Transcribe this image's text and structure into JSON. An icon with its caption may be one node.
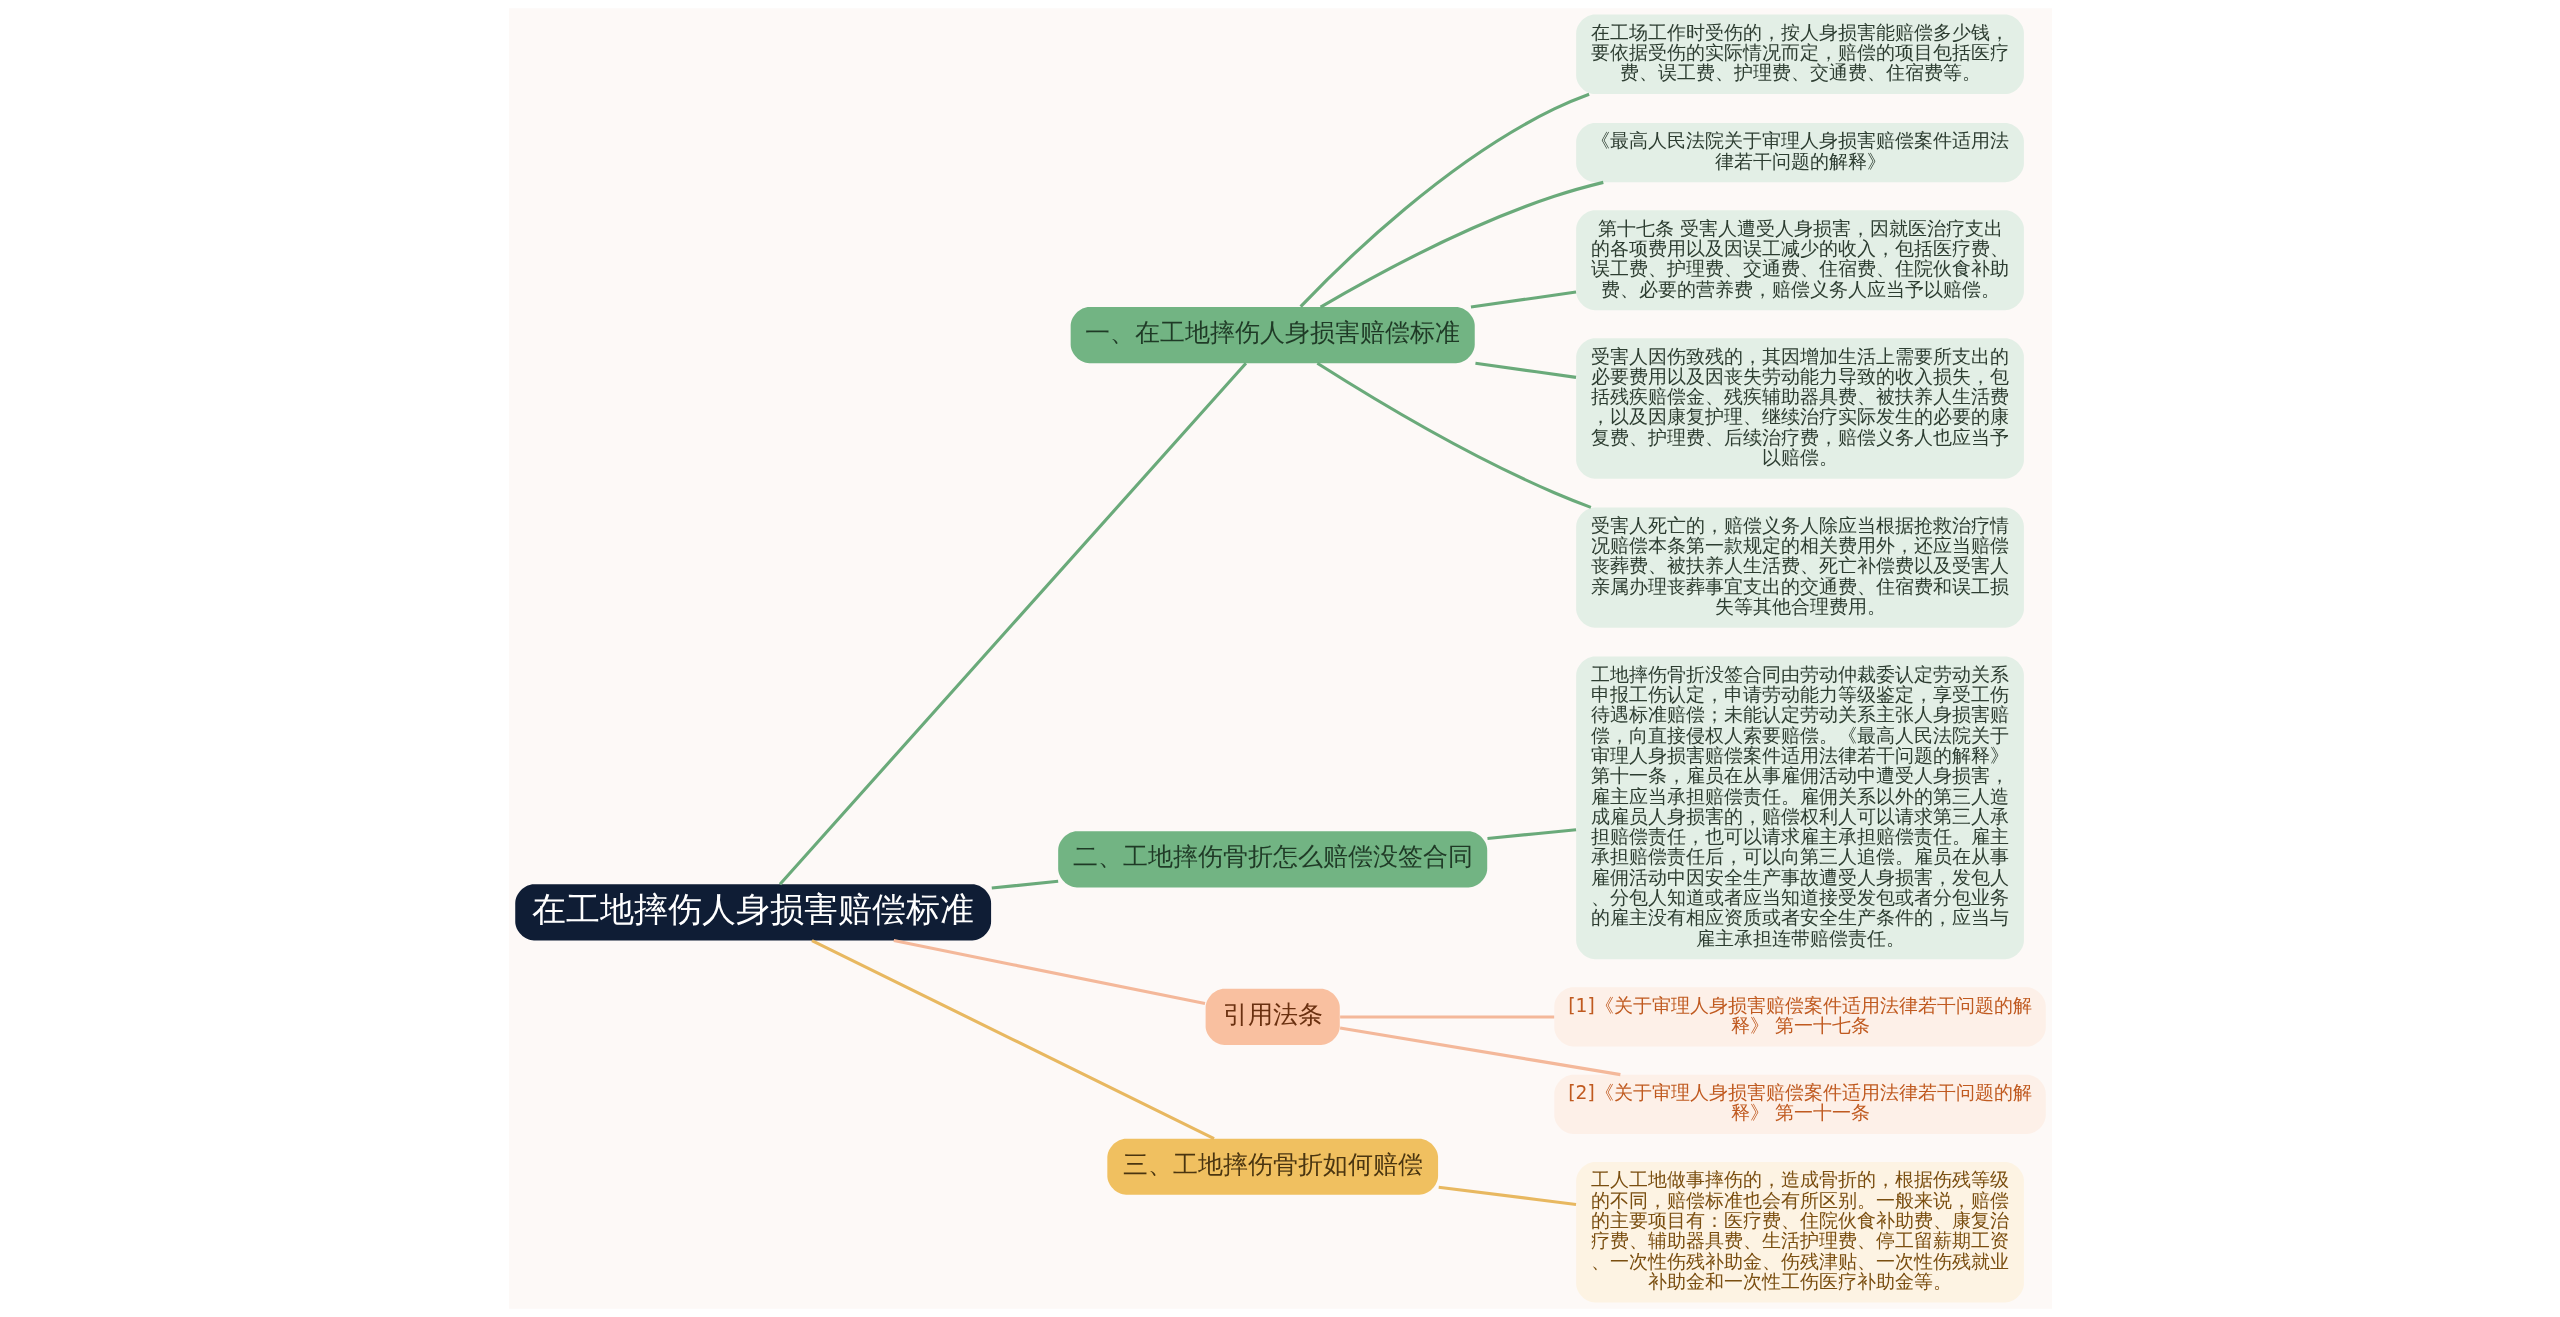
{
  "diagram": {
    "nodes": [
      {
        "text": [
          "在工地摔伤人身损害赔偿标准"
        ]
      },
      {
        "text": [
          "一、在工地摔伤人身损害赔偿标准"
        ]
      },
      {
        "text": [
          "在工场工作时受伤的，按人身损害能赔偿多少钱，要依据受伤的实际情况而定，赔偿的项目包括医疗费、误工费、护理费、交通费、住宿费等。"
        ]
      },
      {
        "text": [
          "《最高人民法院关于审理人身损害赔偿案件适用法律若干问题的解释》"
        ]
      },
      {
        "text": [
          "第十七条 受害人遭受人身损害，因就医治疗支出的各项费用以及因误工减少的收入，包括医疗费、误工费、护理费、交通费、住宿费、住院伙食补助费、必要的营养费，赔偿义务人应当予以赔偿。"
        ]
      },
      {
        "text": [
          "受害人因伤致残的，其因增加生活上需要所支出的必要费用以及因丧失劳动能力导致的收入损失，包括残疾赔偿金、残疾辅助器具费、被扶养人生活费，以及因康复护理、继续治疗实际发生的必要的康复费、护理费、后续治疗费，赔偿义务人也应当予以赔偿。"
        ]
      },
      {
        "text": [
          "受害人死亡的，赔偿义务人除应当根据抢救治疗情况赔偿本条第一款规定的相关费用外，还应当赔偿丧葬费、被扶养人生活费、死亡补偿费以及受害人亲属办理丧葬事宜支出的交通费、住宿费和误工损失等其他合理费用。"
        ]
      },
      {
        "text": [
          "二、工地摔伤骨折怎么赔偿没签合同"
        ]
      },
      {
        "text": [
          "工地摔伤骨折没签合同由劳动仲裁委认定劳动关系申报工伤认定，申请劳动能力等级鉴定，享受工伤待遇标准赔偿；未能认定劳动关系主张人身损害赔偿，向直接侵权人索要赔偿。《最高人民法院关于审理人身损害赔偿案件适用法律若干问题的解释》第十一条，雇员在从事雇佣活动中遭受人身损害，雇主应当承担赔偿责任。雇佣关系以外的第三人造成雇员人身损害的，赔偿权利人可以请求第三人承担赔偿责任，也可以请求雇主承担赔偿责任。雇主承担赔偿责任后，可以向第三人追偿。雇员在从事雇佣活动中因安全生产事故遭受人身损害，发包人、分包人知道或者应当知道接受发包或者分包业务的雇主没有相应资质或者安全生产条件的，应当与雇主承担连带赔偿责任。"
        ]
      },
      {
        "text": [
          "引用法条"
        ]
      },
      {
        "text": [
          "[1]《关于审理人身损害赔偿案件适用法律若干问题的解释》 第一十七条"
        ]
      },
      {
        "text": [
          "[2]《关于审理人身损害赔偿案件适用法律若干问题的解释》 第一十一条"
        ]
      },
      {
        "text": [
          "三、工地摔伤骨折如何赔偿"
        ]
      },
      {
        "text": [
          "工人工地做事摔伤的，造成骨折的，根据伤残等级的不同，赔偿标准也会有所区别。一般来说，赔偿的主要项目有：医疗费、住院伙食补助费、康复治疗费、辅助器具费、生活护理费、停工留薪期工资、一次性伤残补助金、伤残津贴、一次性伤残就业补助金和一次性工伤医疗补助金等。"
        ]
      }
    ],
    "edges": [
      {
        "from": 0,
        "to": 1,
        "arrow": "none"
      },
      {
        "from": 1,
        "to": 2,
        "arrow": "none"
      },
      {
        "from": 1,
        "to": 3,
        "arrow": "none"
      },
      {
        "from": 1,
        "to": 4,
        "arrow": "none"
      },
      {
        "from": 1,
        "to": 5,
        "arrow": "none"
      },
      {
        "from": 1,
        "to": 6,
        "arrow": "none"
      },
      {
        "from": 0,
        "to": 7,
        "arrow": "none"
      },
      {
        "from": 7,
        "to": 8,
        "arrow": "none"
      },
      {
        "from": 0,
        "to": 9,
        "arrow": "none",
        "color": "#f4b89a"
      },
      {
        "from": 9,
        "to": 10,
        "arrow": "none",
        "color": "#f4b89a"
      },
      {
        "from": 9,
        "to": 11,
        "arrow": "none",
        "color": "#f4b89a"
      },
      {
        "from": 0,
        "to": 12,
        "arrow": "none",
        "color": "#e8b860"
      },
      {
        "from": 12,
        "to": 13,
        "arrow": "none",
        "color": "#e8b860"
      }
    ]
  }
}
